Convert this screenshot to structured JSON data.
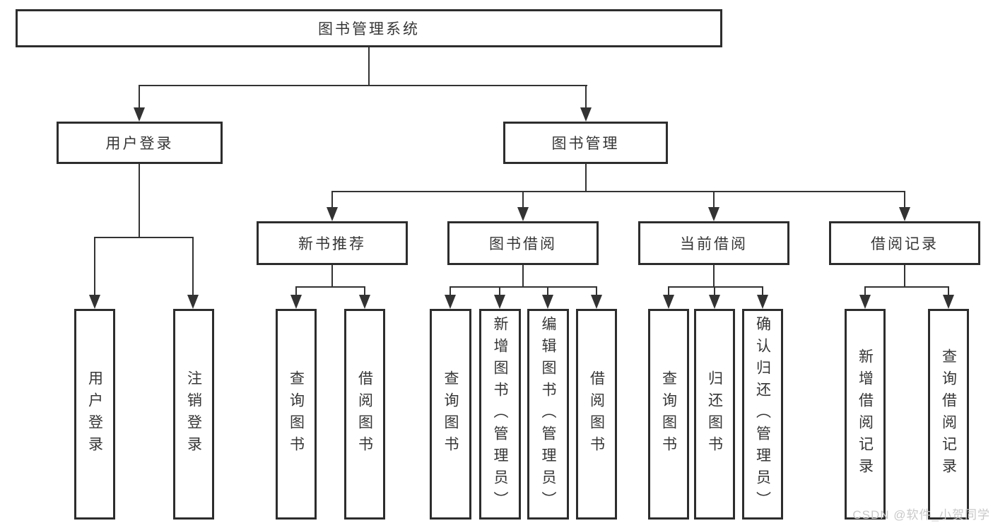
{
  "tree": {
    "root": "图书管理系统",
    "branches": [
      {
        "label": "用户登录",
        "leaves": [
          "用户登录",
          "注销登录"
        ]
      },
      {
        "label": "图书管理",
        "groups": [
          {
            "label": "新书推荐",
            "leaves": [
              "查询图书",
              "借阅图书"
            ]
          },
          {
            "label": "图书借阅",
            "leaves": [
              "查询图书",
              "新增图书（管理员）",
              "编辑图书（管理员）",
              "借阅图书"
            ]
          },
          {
            "label": "当前借阅",
            "leaves": [
              "查询图书",
              "归还图书",
              "确认归还（管理员）"
            ]
          },
          {
            "label": "借阅记录",
            "leaves": [
              "新增借阅记录",
              "查询借阅记录"
            ]
          }
        ]
      }
    ]
  },
  "watermark": "CSDN @软件_小贺同学",
  "colors": {
    "line": "#333333",
    "box_border": "#2d2d2d",
    "text": "#363636",
    "watermark": "#c9c9c9",
    "background": "#ffffff"
  }
}
